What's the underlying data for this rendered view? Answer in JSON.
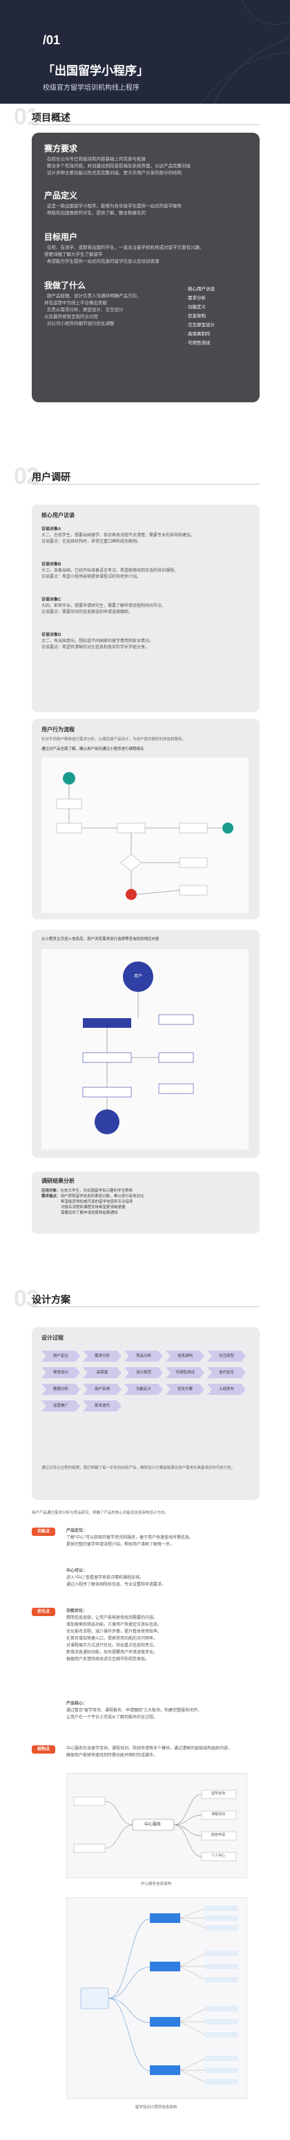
{
  "hero": {
    "number": "/01",
    "title": "「出国留学小程序」",
    "subtitle": "校级官方留学培训机构线上程序"
  },
  "section1": {
    "number": "01",
    "title": "项目概述",
    "blocks": [
      {
        "heading": "赛方要求",
        "lines": [
          "· 在校长公众号已有板块和内容基础上的完善与拓展",
          "· 整合多个有效内容，并创建出到院普前端及系统界面，以达产品完整对接",
          "· 设计多种主要功能以形式及完整对接，更大学用户分享的部分的结构"
        ]
      },
      {
        "heading": "产品定义",
        "lines": [
          "· 这是一款出国留学小程序，能够为各年级学生提供一站式的留学服务",
          "· 帮助有出国意愿的学生，提供了解、整合和报名的"
        ]
      },
      {
        "heading": "目标用户",
        "lines": [
          "· 在校、在读学、或即将出国的学生，一直关注着学校机构或对留学方面有兴趣、",
          "  想要详细了解大学生了解留学",
          "· 希望能为学生提供一站式的完善的留学信息以及培训资源"
        ]
      },
      {
        "heading": "我做了什么",
        "lines": [
          "· 跟产品经理、设计负责人沟通并明确产品方向、",
          "  并在运营中为线上平台做出贡献",
          "· 负责从需求分析、原型设计、交互设计",
          "  以及最终视觉呈现的全过程",
          "· 对公司小程序的细节进行优化调整"
        ]
      }
    ],
    "features": [
      "· 核心用户访谈",
      "· 需求分析",
      "· 功能定义",
      "· 信息架构",
      "· 交互原型设计",
      "· 高保真制作",
      "· 可用性测试"
    ]
  },
  "section2": {
    "number": "02",
    "title": "用户调研",
    "interview_title": "核心用户访谈",
    "interviews": [
      {
        "name": "访谈对象A",
        "lines": [
          "大二，在校学生，想要出国留学，但对具体流程不太清楚，需要专业的指导和建议。",
          "访谈要点：在选择机构时，非常注重口碑和成功案例。"
        ]
      },
      {
        "name": "访谈对象B",
        "lines": [
          "大三，准备出国，已经开始准备语言考试，希望能够找到合适的培训课程。",
          "访谈要点：希望小程序能够提供课程试听和老师介绍。"
        ]
      },
      {
        "name": "访谈对象C",
        "lines": [
          "大四，即将毕业，想要申请研究生，需要了解申请流程和时间节点。",
          "访谈要点：需要及时的信息推送和申请进度跟踪。"
        ]
      },
      {
        "name": "访谈对象D",
        "lines": [
          "大二，有出国意向，想知道不同国家的留学费用和就业情况。",
          "访谈要点：希望有清晰的对比信息和真实的学长学姐分享。"
        ]
      }
    ],
    "flow_title": "用户行为流程",
    "flow_desc": "针对不同用户群体进行需求分析，以便后续产品设计，为用户提供更好的体验和服务。",
    "flow_sub": "通过对产品全面了解，确认用户如何通过小程序进行课程报名",
    "map_desc": "从小程序主页进入信息后，用户浏览需求进行选择等查询找到相应内容",
    "map_root": "用户",
    "summary_title": "调研结果分析",
    "summary": [
      {
        "label": "应用对象：",
        "text": "在校大学生，对出国留学有兴趣的学生群体"
      },
      {
        "label": "需求痛点：",
        "text": "用户获取留学信息的渠道分散，难以进行有效对比"
      },
      {
        "label": "",
        "text": "希望能获得权威可靠的留学信息和专业指导"
      },
      {
        "label": "",
        "text": "对报名流程和课程安排希望更清晰便捷"
      },
      {
        "label": "",
        "text": "需要及时了解申请进度和结果通知"
      }
    ]
  },
  "section3": {
    "number": "03",
    "title": "设计方案",
    "process_title": "设计过程",
    "chevrons": [
      [
        "用户定位",
        "需求分析",
        "竞品分析",
        "信息架构",
        "交互原型"
      ],
      [
        "视觉设计",
        "高保真",
        "设计规范",
        "可用性测试",
        "迭代优化"
      ],
      [
        "数据分析",
        "用户反馈",
        "功能定义",
        "优化方案",
        "上线发布"
      ],
      [
        "运营推广",
        "版本迭代"
      ]
    ],
    "process_desc": "通过对设计过程的梳理，我们明确了每一步的目标和产出，确保设计方案能够满足用户需求并具备良好的可执行性。",
    "detail_intro": "用户产品通过需求分析与竞品研究，明确了产品的核心功能及信息架构设计方向。",
    "items": [
      {
        "tag": "功能点",
        "label": "产品定位：",
        "lines": [
          "了解“中心”可以获取的留学资讯和服务，便于用户快速查找所需信息。",
          "提供完整的留学申请流程介绍，帮助用户清晰了解每一步。"
        ]
      },
      {
        "tag": "",
        "label": "中心可以：",
        "lines": [
          "进入“中心”查看留学项目详情和课程安排。",
          "通过小程序了解各国院校信息、专业设置和申请要求。"
        ]
      },
      {
        "tag": "优化点",
        "label": "功能优化：",
        "lines": [
          "精简信息层级，让用户能够更快找到需要的内容。",
          "增加搜索和筛选功能，方便用户快速定位目标信息。",
          "优化报名流程，减少操作步骤，提升整体使用效率。",
          "在首页增加快捷入口，提高常用功能的访问频率。",
          "对课程展示方式进行优化，突出重点信息和亮点。",
          "新增消息通知功能，及时提醒用户申请进度变化。",
          "根据用户反馈持续改进交互细节和视觉表现。"
        ]
      },
      {
        "tag": "",
        "label": "产品核心：",
        "lines": [
          "通过整合“留学资讯、课程报名、申请跟踪”三大板块，构建完整服务闭环。",
          "让用户在一个平台上完成从了解到报名的全过程。"
        ]
      },
      {
        "tag": "结构点",
        "label": "",
        "lines": [
          "中心服务包含留学咨询、课程培训、院校申请等多个模块，通过清晰的层级结构组织内容，",
          "确保用户能够快速找到所需功能并顺利完成操作。"
        ]
      }
    ],
    "map1_caption": "中心服务信息架构",
    "map2_caption": "留学培训小程序信息架构",
    "mm_center": "中心服务",
    "mm_branches": [
      "留学咨询",
      "课程培训",
      "院校申请",
      "个人中心"
    ]
  },
  "colors": {
    "hero_bg": "#24283b",
    "accent": "#e8562f",
    "teal": "#1a9a8c",
    "chevron": "#cfc9ec"
  }
}
